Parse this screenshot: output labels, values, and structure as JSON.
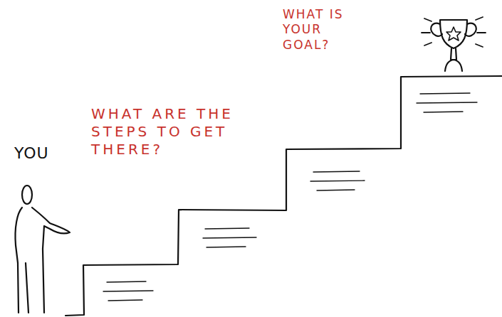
{
  "diagram": {
    "labels": [
      "YOU",
      "WHAT ARE THE STEPS TO GET THERE?",
      "WHAT IS YOUR GOAL?"
    ]
  }
}
